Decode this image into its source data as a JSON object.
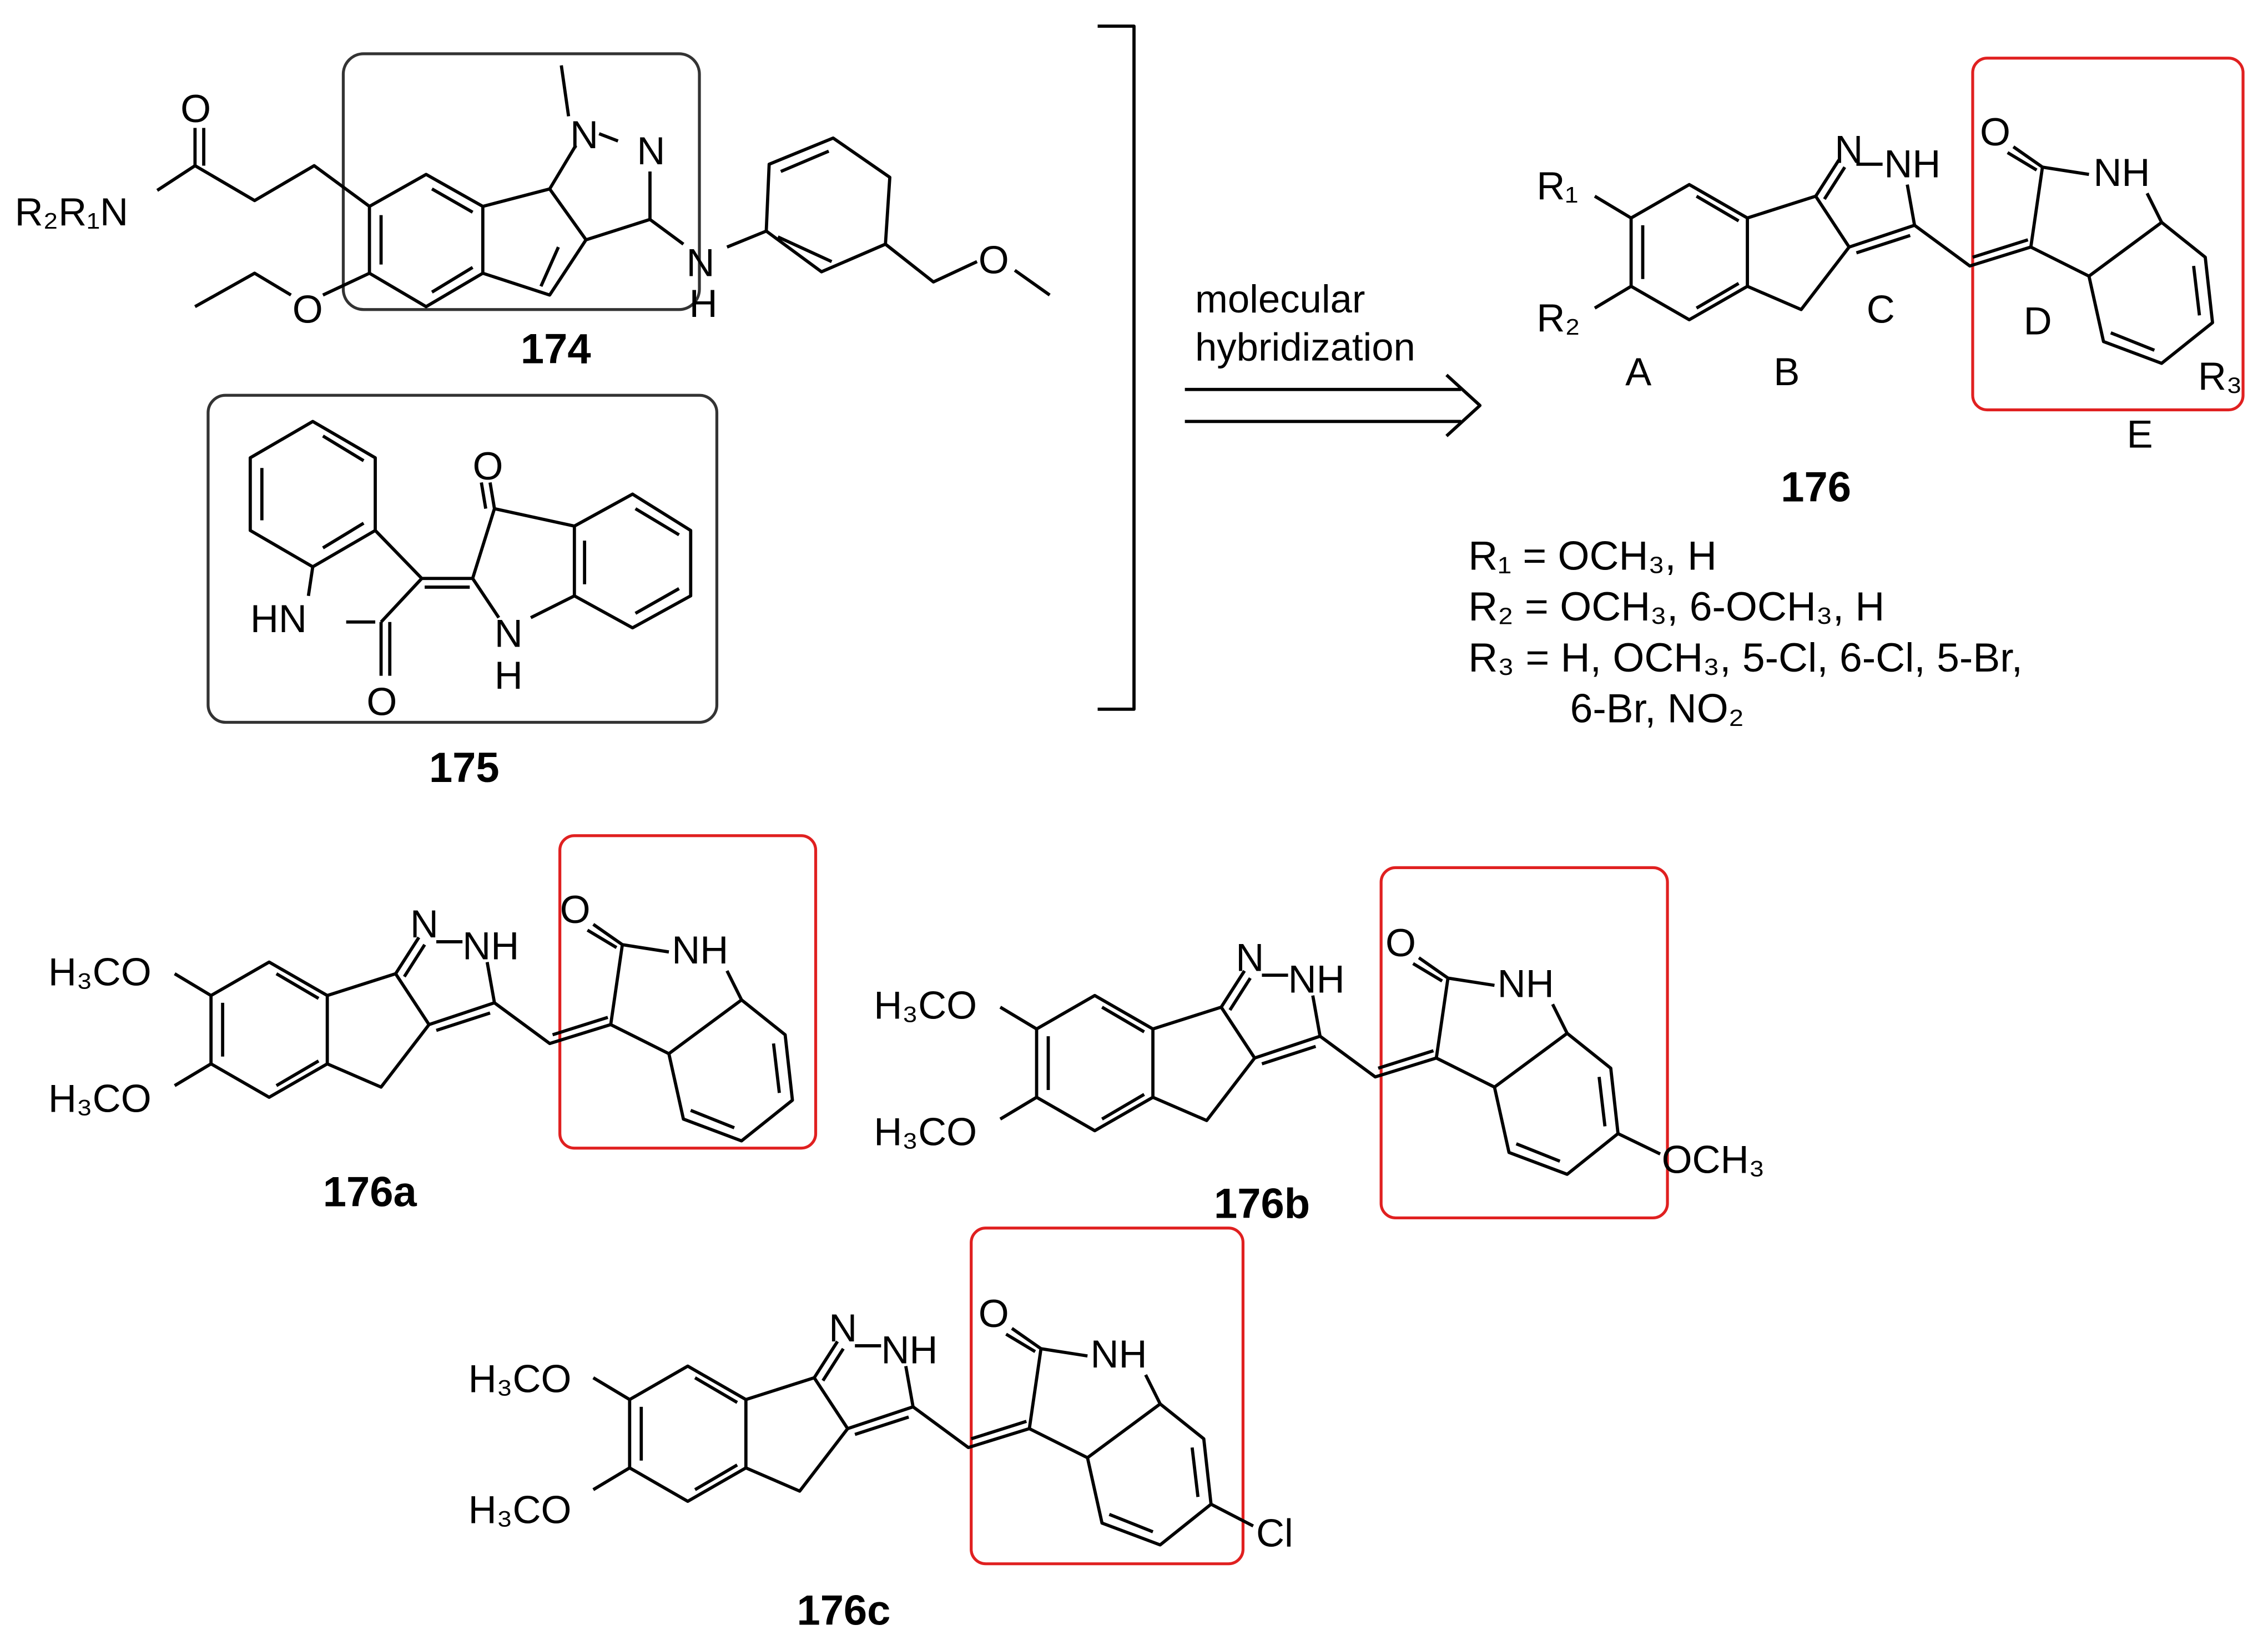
{
  "compound_174": {
    "label": "174",
    "atoms": {
      "amine": "R₂R₁N",
      "carbonyl_o": "O",
      "n1": "N",
      "n2": "N",
      "nh_n": "N",
      "nh_h": "H",
      "ether_o": "O",
      "ethoxy_o": "O"
    }
  },
  "compound_175": {
    "label": "175",
    "atoms": {
      "hn": "HN",
      "o_bottom": "O",
      "o_top": "O",
      "nh_n": "N",
      "nh_h": "H"
    }
  },
  "arrow": {
    "line1": "molecular",
    "line2": "hybridization"
  },
  "compound_176": {
    "label": "176",
    "atoms": {
      "r1": "R₁",
      "r2": "R₂",
      "r3": "R₃",
      "n": "N",
      "nh": "NH",
      "o": "O",
      "nh_lactam": "NH"
    },
    "ring_labels": [
      "A",
      "B",
      "C",
      "D",
      "E"
    ],
    "substituents": [
      "R₁ = OCH₃, H",
      "R₂ = OCH₃, 6-OCH₃, H",
      "R₃ = H, OCH₃, 5-Cl, 6-Cl, 5-Br,",
      "6-Br, NO₂"
    ]
  },
  "derivatives": [
    {
      "label": "176a",
      "ome_top": "H₃CO",
      "ome_bottom": "H₃CO",
      "n": "N",
      "nh": "NH",
      "o": "O",
      "nh_lactam": "NH",
      "substituent": ""
    },
    {
      "label": "176b",
      "ome_top": "H₃CO",
      "ome_bottom": "H₃CO",
      "n": "N",
      "nh": "NH",
      "o": "O",
      "nh_lactam": "NH",
      "substituent": "OCH₃"
    },
    {
      "label": "176c",
      "ome_top": "H₃CO",
      "ome_bottom": "H₃CO",
      "n": "N",
      "nh": "NH",
      "o": "O",
      "nh_lactam": "NH",
      "substituent": "Cl"
    }
  ],
  "colors": {
    "highlight_box": "#e02020",
    "structure_box": "#333333"
  }
}
